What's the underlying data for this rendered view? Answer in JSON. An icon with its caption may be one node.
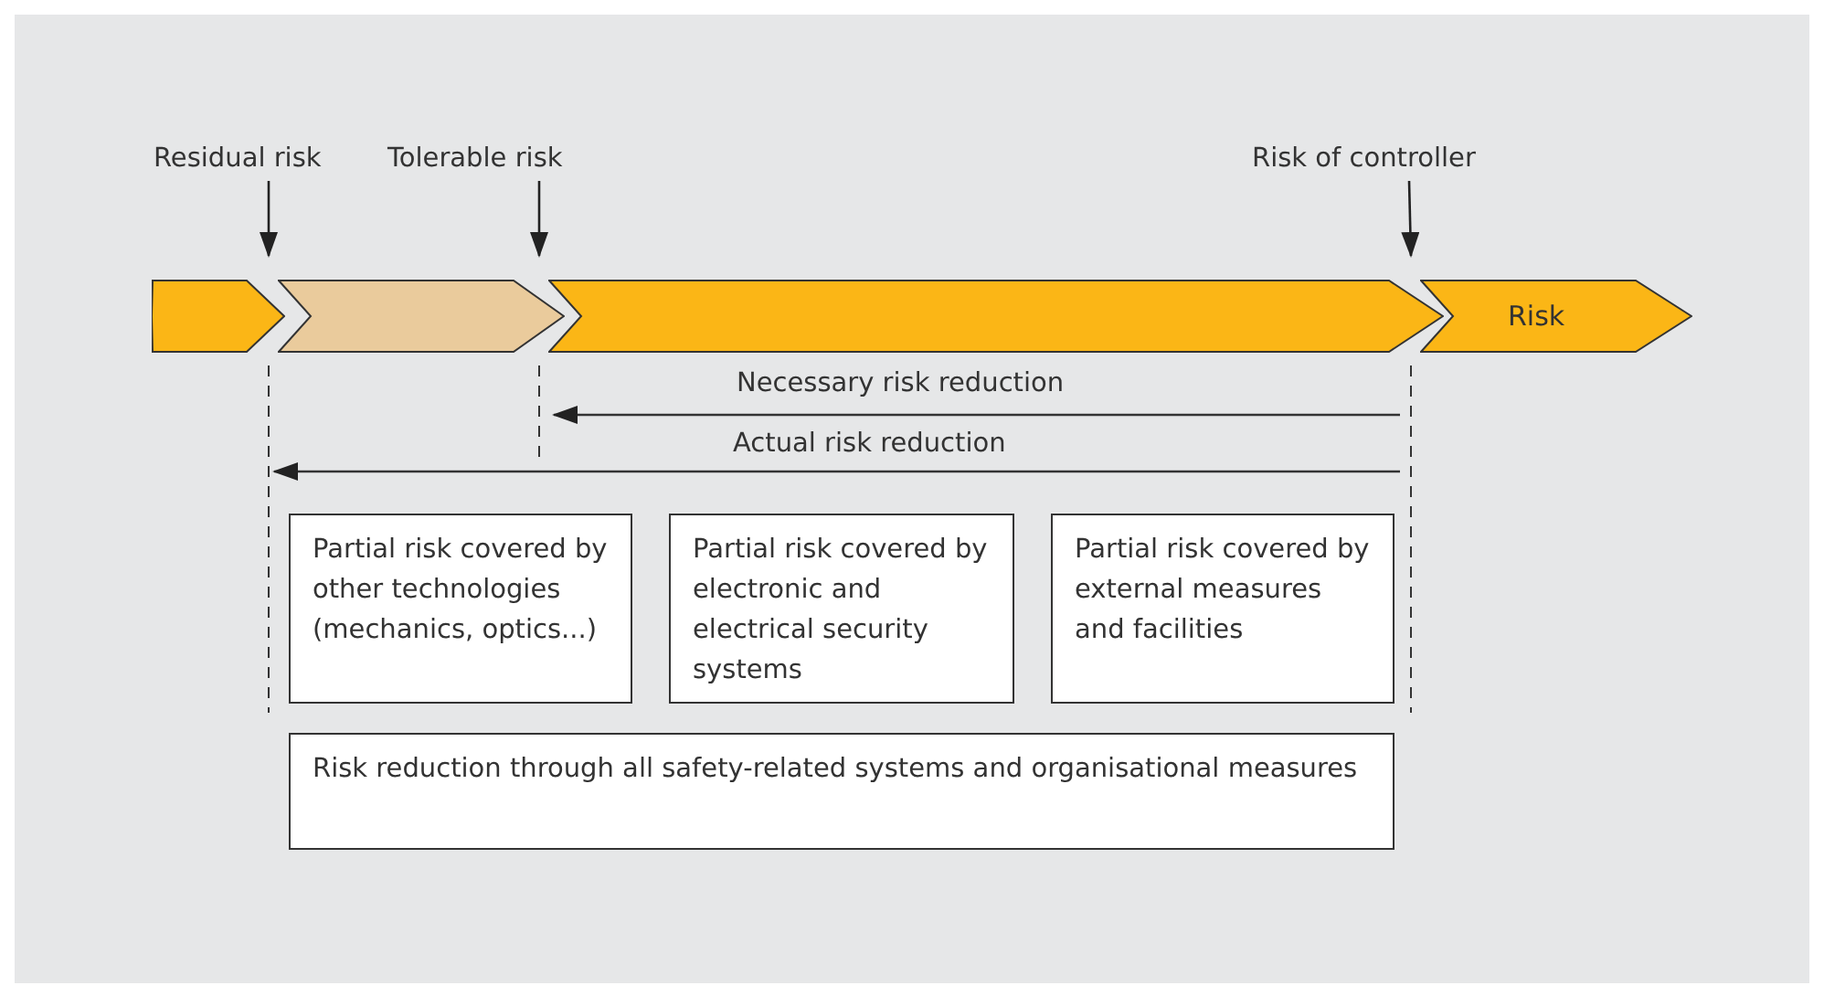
{
  "diagram": {
    "nodes": [
      {
        "text": [
          "Residual risk"
        ]
      },
      {
        "text": [
          "Tolerable risk"
        ]
      },
      {
        "text": [
          "Risk of controller"
        ]
      },
      {
        "text": [],
        "shape": "chevron"
      },
      {
        "text": [],
        "shape": "chevron"
      },
      {
        "text": [],
        "shape": "chevron"
      },
      {
        "text": [
          "Risk"
        ]
      },
      {
        "text": [
          "Partial risk covered by other technologies (mechanics, optics...)"
        ]
      },
      {
        "text": [
          "Partial risk covered by electronic and electrical security systems"
        ]
      },
      {
        "text": [
          "Partial risk covered by external measures and facilities"
        ]
      },
      {
        "text": [
          "Risk reduction through all safety-related systems and organisational measures"
        ]
      }
    ],
    "edges": [
      {
        "from": 0,
        "to": 4,
        "arrow": "to"
      },
      {
        "from": 1,
        "to": 5,
        "arrow": "to"
      },
      {
        "from": 2,
        "to": 6,
        "arrow": "to"
      }
    ],
    "labels": [
      "Necessary risk reduction",
      "Actual risk reduction"
    ]
  }
}
